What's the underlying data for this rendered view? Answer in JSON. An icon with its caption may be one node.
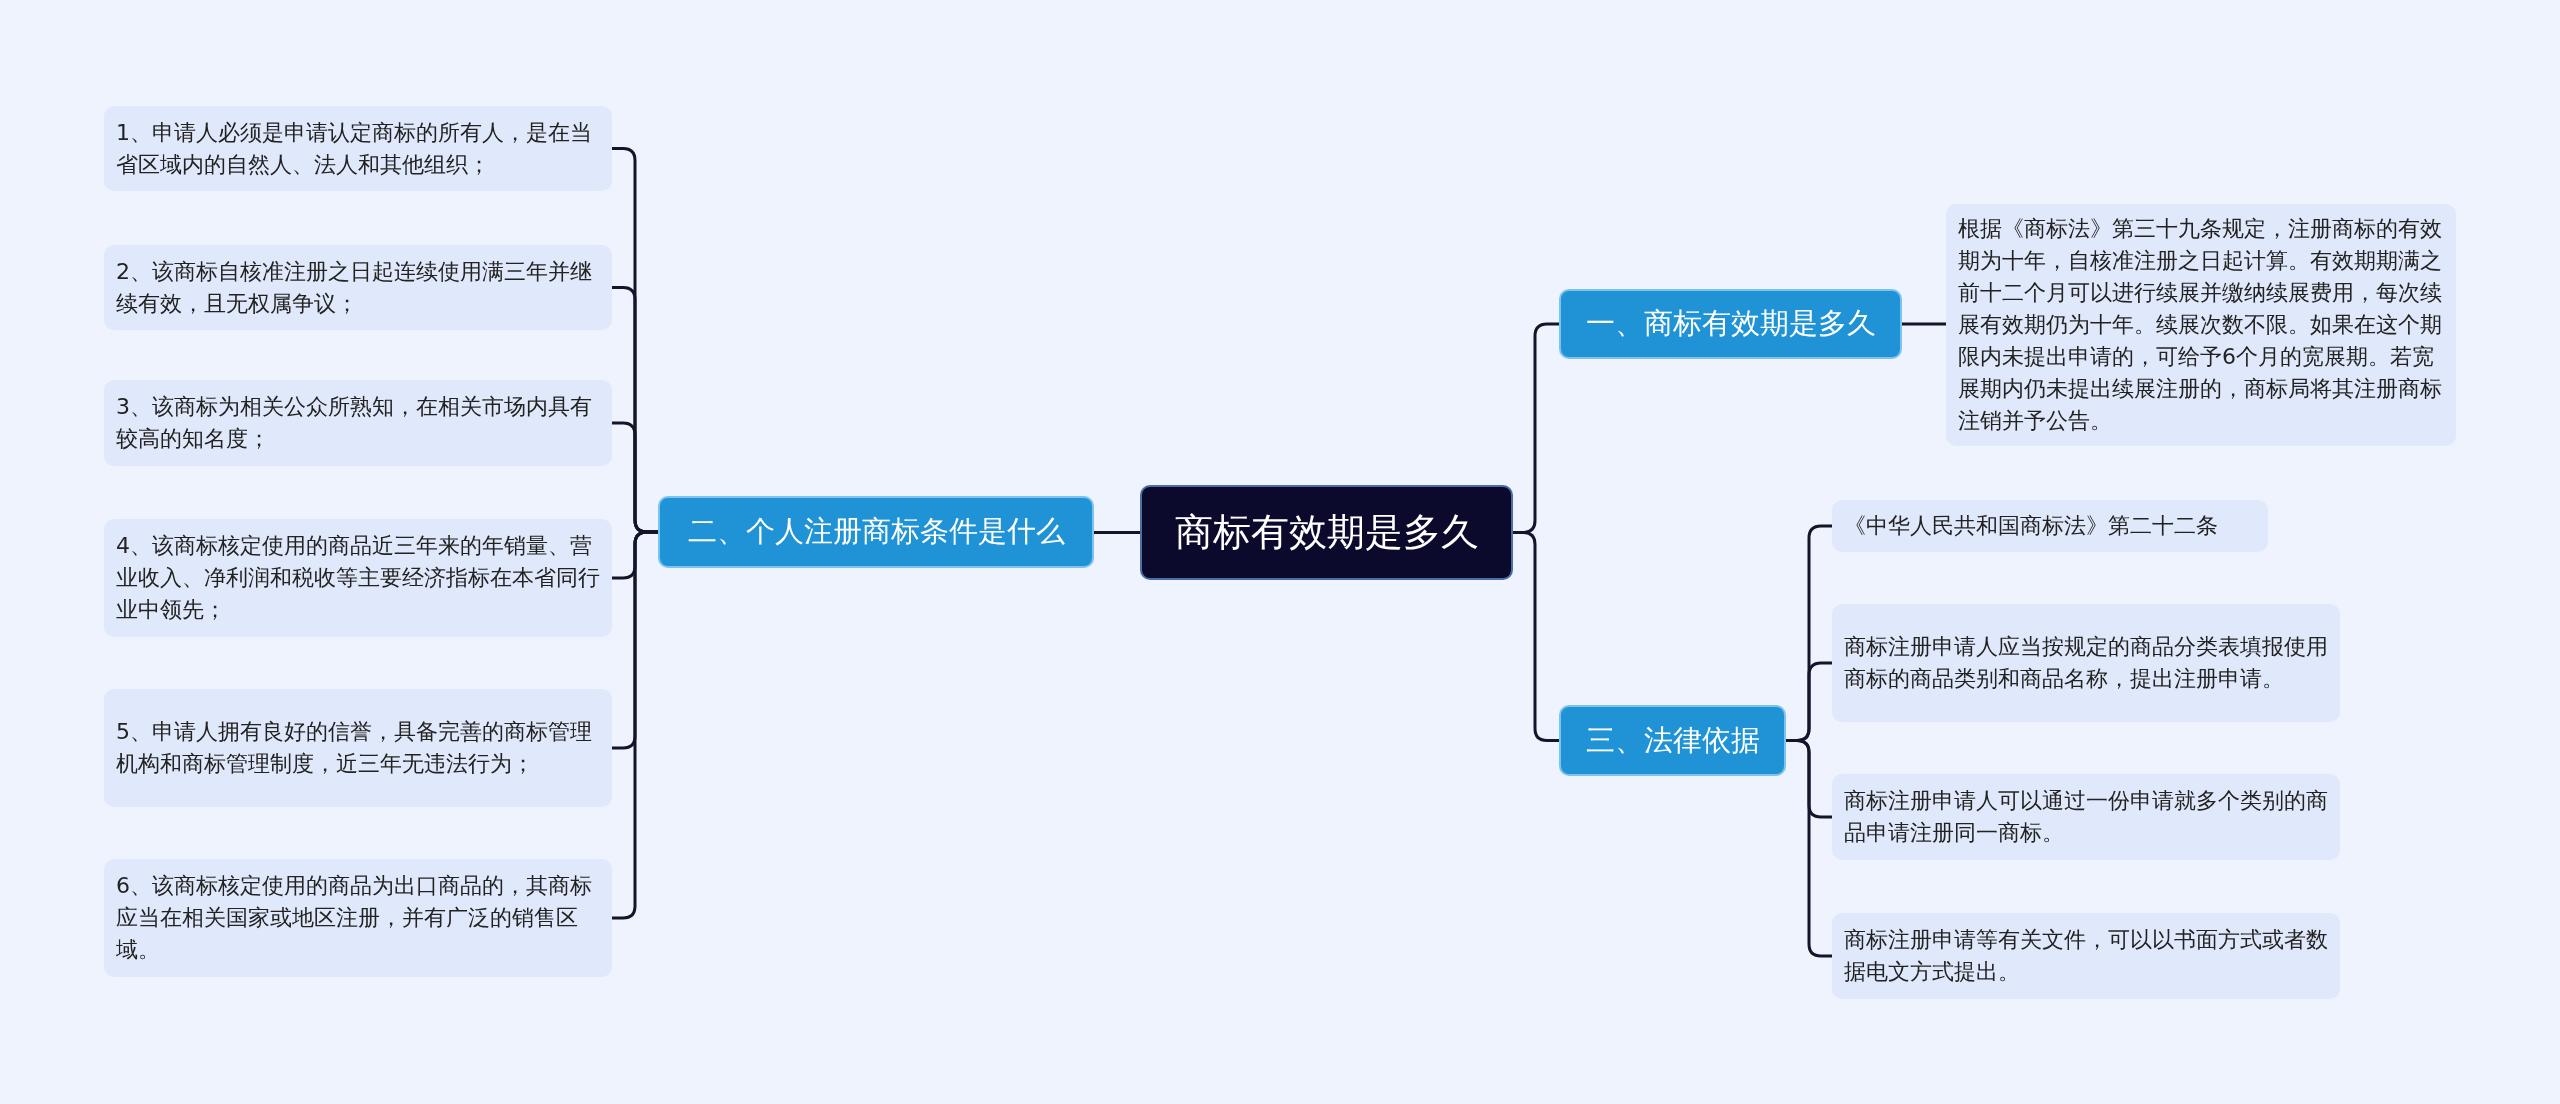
{
  "diagram": {
    "nodes": [
      {
        "text": [
          "商标有效期是多久"
        ]
      },
      {
        "text": [
          "二、个人注册商标条件是什么"
        ]
      },
      {
        "text": [
          "1、申请人必须是申请认定商标的所有人，是在当省区域内的自然人、法人和其他组织；"
        ]
      },
      {
        "text": [
          "2、该商标自核准注册之日起连续使用满三年并继续有效，且无权属争议；"
        ]
      },
      {
        "text": [
          "3、该商标为相关公众所熟知，在相关市场内具有较高的知名度；"
        ]
      },
      {
        "text": [
          "4、该商标核定使用的商品近三年来的年销量、营业收入、净利润和税收等主要经济指标在本省同行业中领先；"
        ]
      },
      {
        "text": [
          "5、申请人拥有良好的信誉，具备完善的商标管理机构和商标管理制度，近三年无违法行为；"
        ]
      },
      {
        "text": [
          "6、该商标核定使用的商品为出口商品的，其商标应当在相关国家或地区注册，并有广泛的销售区域。"
        ]
      },
      {
        "text": [
          "一、商标有效期是多久"
        ]
      },
      {
        "text": [
          "根据《商标法》第三十九条规定，注册商标的有效期为十年，自核准注册之日起计算。有效期期满之前十二个月可以进行续展并缴纳续展费用，每次续展有效期仍为十年。续展次数不限。如果在这个期限内未提出申请的，可给予6个月的宽展期。若宽展期内仍未提出续展注册的，商标局将其注册商标注销并予公告。"
        ]
      },
      {
        "text": [
          "三、法律依据"
        ]
      },
      {
        "text": [
          "《中华人民共和国商标法》第二十二条"
        ]
      },
      {
        "text": [
          "商标注册申请人应当按规定的商品分类表填报使用商标的商品类别和商品名称，提出注册申请。"
        ]
      },
      {
        "text": [
          "商标注册申请人可以通过一份申请就多个类别的商品申请注册同一商标。"
        ]
      },
      {
        "text": [
          "商标注册申请等有关文件，可以以书面方式或者数据电文方式提出。"
        ]
      }
    ],
    "edges": [
      {
        "from": 0,
        "to": 1,
        "arrow": "none"
      },
      {
        "from": 1,
        "to": 2,
        "arrow": "none"
      },
      {
        "from": 1,
        "to": 3,
        "arrow": "none"
      },
      {
        "from": 1,
        "to": 4,
        "arrow": "none"
      },
      {
        "from": 1,
        "to": 5,
        "arrow": "none"
      },
      {
        "from": 1,
        "to": 6,
        "arrow": "none"
      },
      {
        "from": 1,
        "to": 7,
        "arrow": "none"
      },
      {
        "from": 0,
        "to": 8,
        "arrow": "none"
      },
      {
        "from": 8,
        "to": 9,
        "arrow": "none"
      },
      {
        "from": 0,
        "to": 10,
        "arrow": "none"
      },
      {
        "from": 10,
        "to": 11,
        "arrow": "none"
      },
      {
        "from": 10,
        "to": 12,
        "arrow": "none"
      },
      {
        "from": 10,
        "to": 13,
        "arrow": "none"
      },
      {
        "from": 10,
        "to": 14,
        "arrow": "none"
      }
    ]
  }
}
